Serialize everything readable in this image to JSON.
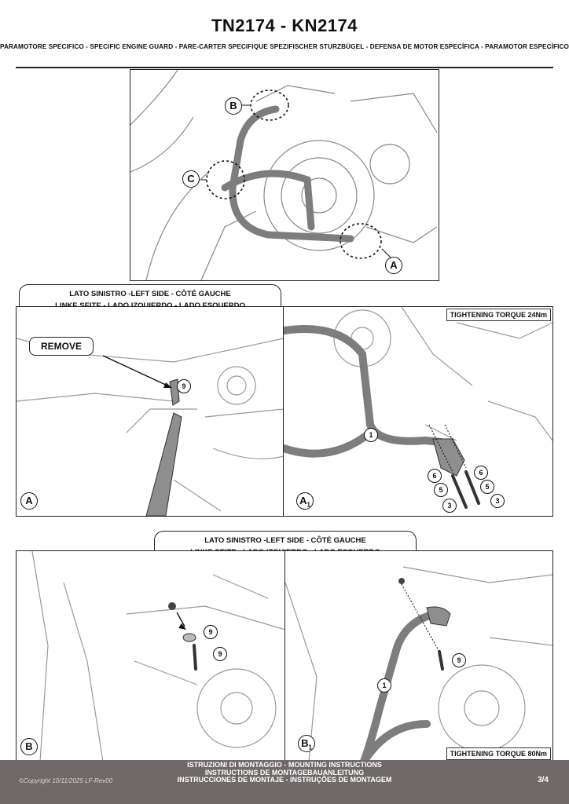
{
  "header": {
    "title": "TN2174 - KN2174",
    "subtitle": "PARAMOTORE SPECIFICO  -  SPECIFIC ENGINE GUARD - PARE-CARTER SPECIFIQUE SPEZIFISCHER STURZBÜGEL - DEFENSA DE MOTOR ESPECÍFICA - PARAMOTOR ESPECÍFICO"
  },
  "overview": {
    "label_a": "A",
    "label_b": "B",
    "label_c": "C"
  },
  "left_side_1": {
    "line1": "LATO SINISTRO -LEFT SIDE - CÔTÉ GAUCHE",
    "line2": "LINKE SEITE - LADO IZQUIERDO - LADO ESQUERDO"
  },
  "step_a": {
    "remove": "REMOVE",
    "label": "A",
    "part": "9"
  },
  "step_a1": {
    "torque": "TIGHTENING TORQUE 24Nm",
    "label": "A",
    "label_sub": "1",
    "parts": [
      "1",
      "6",
      "6",
      "5",
      "5",
      "3",
      "3"
    ]
  },
  "left_side_2": {
    "line1": "LATO SINISTRO -LEFT SIDE - CÔTÉ GAUCHE",
    "line2": "LINKE SEITE - LADO IZQUIERDO - LADO ESQUERDO"
  },
  "step_b": {
    "label": "B",
    "parts": [
      "9",
      "9"
    ]
  },
  "step_b1": {
    "torque": "TIGHTENING TORQUE 80Nm",
    "label": "B",
    "label_sub": "1",
    "parts": [
      "9",
      "1"
    ]
  },
  "footer": {
    "line1": "ISTRUZIONI DI MONTAGGIO  -  MOUNTING INSTRUCTIONS",
    "line2": "INSTRUCTIONS DE MONTAGEBAUANLEITUNG",
    "line3": "INSTRUCCIONES DE MONTAJE - INSTRUÇÕES DE MONTAGEM",
    "copyright": "©Copyright 10/11/2025 LF-Rev00",
    "page": "3/4"
  }
}
